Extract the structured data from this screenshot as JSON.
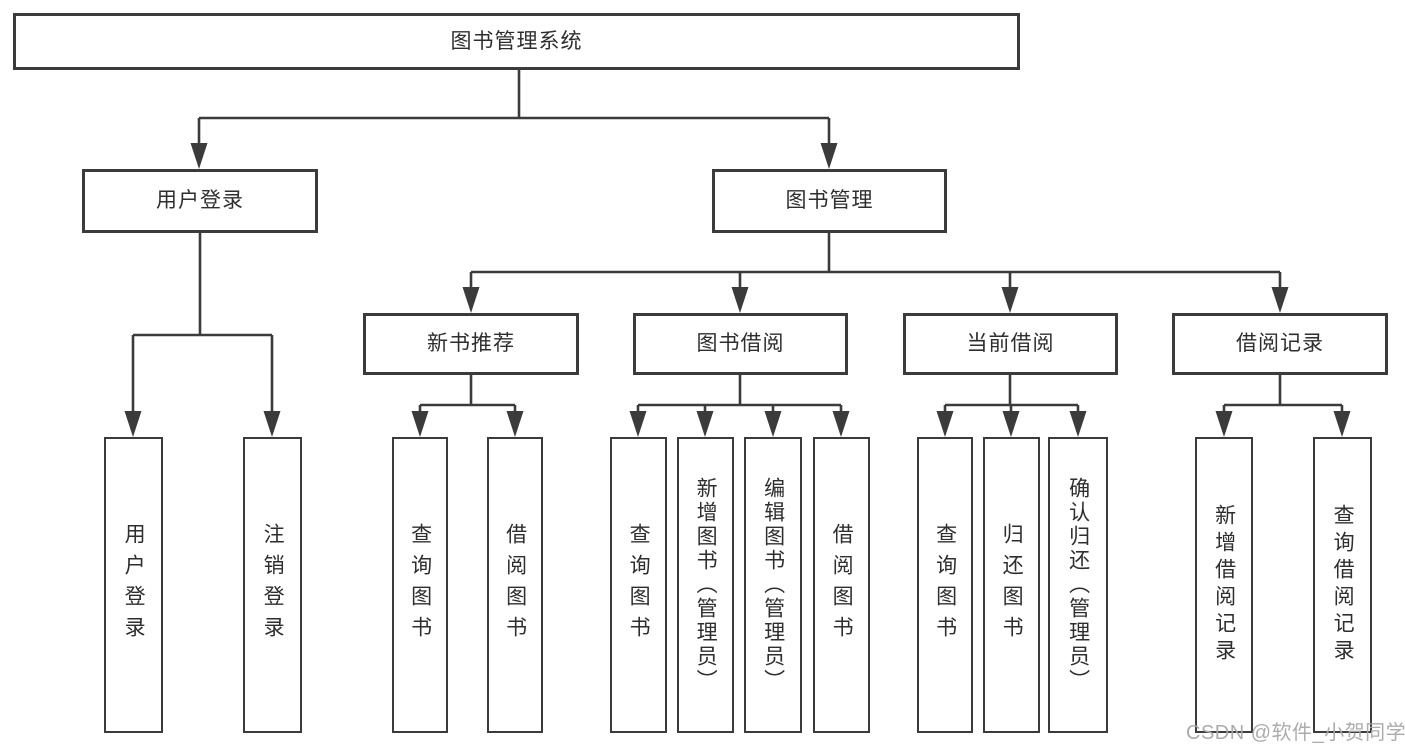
{
  "diagram_title": "图书管理系统",
  "tree": {
    "label": "图书管理系统",
    "children": [
      {
        "label": "用户登录",
        "children": [
          {
            "label": "用户登录"
          },
          {
            "label": "注销登录"
          }
        ]
      },
      {
        "label": "图书管理",
        "children": [
          {
            "label": "新书推荐",
            "children": [
              {
                "label": "查询图书"
              },
              {
                "label": "借阅图书"
              }
            ]
          },
          {
            "label": "图书借阅",
            "children": [
              {
                "label": "查询图书"
              },
              {
                "label": "新增图书（管理员）"
              },
              {
                "label": "编辑图书（管理员）"
              },
              {
                "label": "借阅图书"
              }
            ]
          },
          {
            "label": "当前借阅",
            "children": [
              {
                "label": "查询图书"
              },
              {
                "label": "归还图书"
              },
              {
                "label": "确认归还（管理员）"
              }
            ]
          },
          {
            "label": "借阅记录",
            "children": [
              {
                "label": "新增借阅记录"
              },
              {
                "label": "查询借阅记录"
              }
            ]
          }
        ]
      }
    ]
  },
  "watermark": {
    "text": "CSDN @软件_小贺同学"
  },
  "colors": {
    "line": "#3b3b3b",
    "box_border": "#3b3b3b",
    "text": "#2e2e2e",
    "watermark": "#a8a8a8",
    "background": "#ffffff"
  }
}
